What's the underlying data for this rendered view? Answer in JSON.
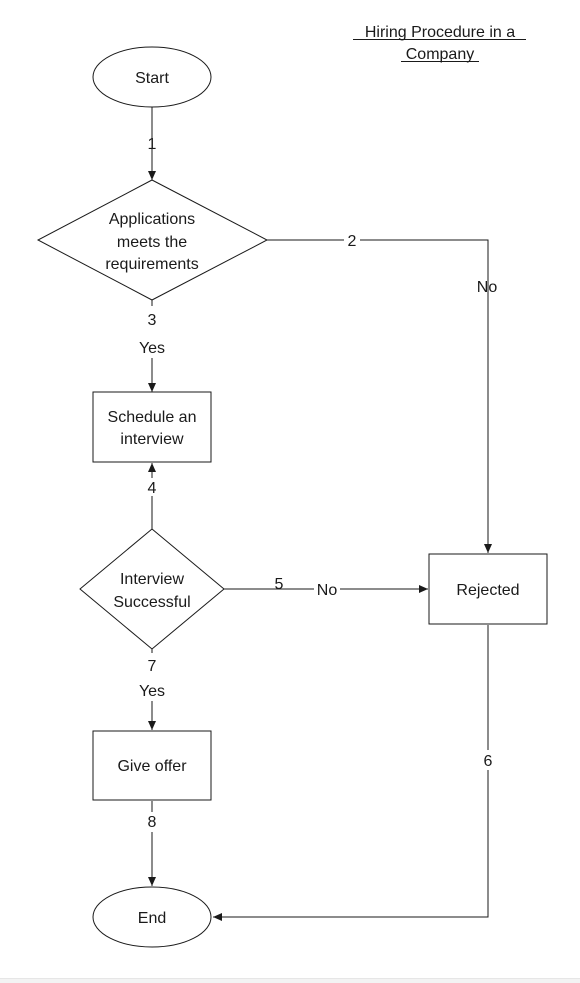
{
  "title": {
    "line1": "Hiring Procedure in a",
    "line2": "Company"
  },
  "nodes": {
    "start": {
      "label": "Start",
      "shape": "ellipse"
    },
    "applications": {
      "shape": "diamond",
      "lines": [
        "Applications",
        "meets the",
        "requirements"
      ]
    },
    "schedule": {
      "shape": "rectangle",
      "lines": [
        "Schedule an",
        "interview"
      ]
    },
    "interview": {
      "shape": "diamond",
      "lines": [
        "Interview",
        "Successful"
      ]
    },
    "rejected": {
      "label": "Rejected",
      "shape": "rectangle"
    },
    "offer": {
      "label": "Give offer",
      "shape": "rectangle"
    },
    "end": {
      "label": "End",
      "shape": "ellipse"
    }
  },
  "edges": {
    "e1": {
      "from": "start",
      "to": "applications",
      "number": "1"
    },
    "e2": {
      "from": "applications",
      "to": "rejected",
      "number": "2",
      "condition": "No"
    },
    "e3": {
      "from": "applications",
      "to": "schedule",
      "number": "3",
      "condition": "Yes"
    },
    "e4": {
      "from": "interview",
      "to": "schedule",
      "number": "4"
    },
    "e5": {
      "from": "interview",
      "to": "rejected",
      "number": "5",
      "condition": "No"
    },
    "e6": {
      "from": "rejected",
      "to": "end",
      "number": "6"
    },
    "e7": {
      "from": "interview",
      "to": "offer",
      "number": "7",
      "condition": "Yes"
    },
    "e8": {
      "from": "offer",
      "to": "end",
      "number": "8"
    }
  },
  "colors": {
    "stroke": "#1a1a1a",
    "background": "#ffffff"
  }
}
